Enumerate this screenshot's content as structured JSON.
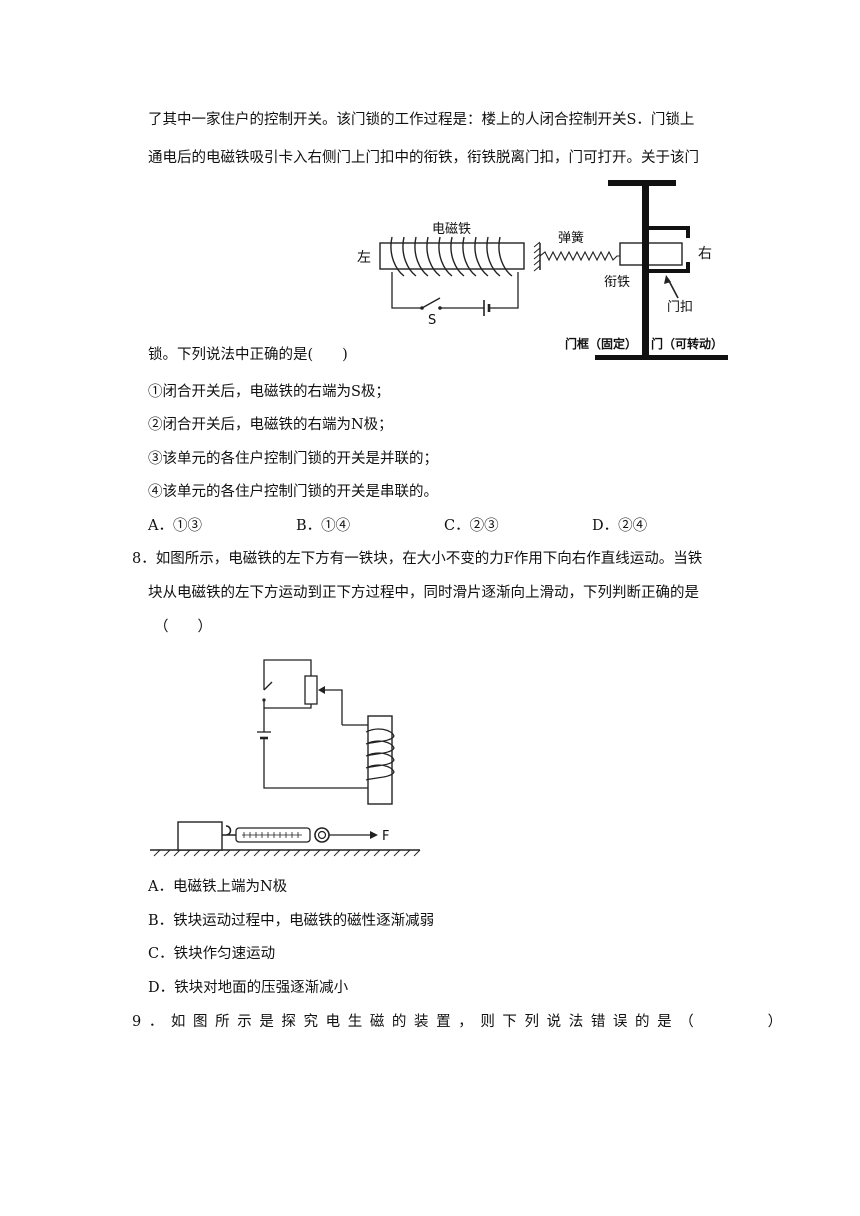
{
  "q7": {
    "intro_line1": "了其中一家住户的控制开关。该门锁的工作过程是：楼上的人闭合控制开关S．门锁上",
    "intro_line2": "通电后的电磁铁吸引卡入右侧门上门扣中的衔铁，衔铁脱离门扣，门可打开。关于该门",
    "intro_line3": "锁。下列说法中正确的是(　　)",
    "statements": [
      "①闭合开关后，电磁铁的右端为S极；",
      "②闭合开关后，电磁铁的右端为N极；",
      "③该单元的各住户控制门锁的开关是并联的；",
      "④该单元的各住户控制门锁的开关是串联的。"
    ],
    "options": [
      "A．①③",
      "B．①④",
      "C．②③",
      "D．②④"
    ],
    "figure": {
      "left": "左",
      "right": "右",
      "electromagnet": "电磁铁",
      "spring": "弹簧",
      "armature": "衔铁",
      "latch": "门扣",
      "switch": "S",
      "frame": "门框（固定）",
      "door": "门（可转动）"
    }
  },
  "q8": {
    "line1": "8．如图所示，电磁铁的左下方有一铁块，在大小不变的力F作用下向右作直线运动。当铁",
    "line2": "块从电磁铁的左下方运动到正下方过程中，同时滑片逐渐向上滑动，下列判断正确的是",
    "line3": "（　　）",
    "figure": {
      "force": "F"
    },
    "options": [
      "A．电磁铁上端为N极",
      "B．铁块运动过程中，电磁铁的磁性逐渐减弱",
      "C．铁块作匀速运动",
      "D．铁块对地面的压强逐渐减小"
    ]
  },
  "q9": {
    "line1": "9．如图所示是探究电生磁的装置，则下列说法错误的是（　　　）"
  }
}
